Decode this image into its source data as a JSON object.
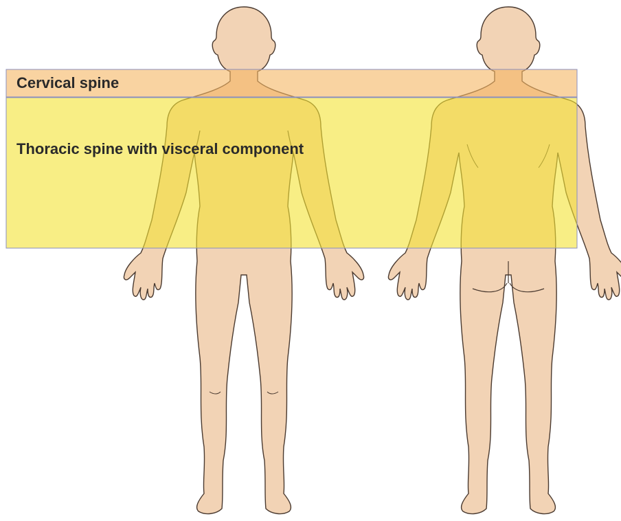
{
  "diagram": {
    "regions": [
      {
        "id": "cervical",
        "label": "Cervical spine",
        "fill": "#f5b562",
        "opacity": 0.6,
        "stroke": "#8a8fbf"
      },
      {
        "id": "thoracic",
        "label": "Thoracic spine with visceral component",
        "fill": "#f4e233",
        "opacity": 0.6,
        "stroke": "#8a8fbf"
      }
    ],
    "figures": [
      {
        "id": "anterior",
        "view": "front"
      },
      {
        "id": "posterior",
        "view": "back"
      }
    ],
    "colors": {
      "skin": "#f2d3b5",
      "outline": "#4a3a30",
      "background": "#ffffff"
    }
  }
}
